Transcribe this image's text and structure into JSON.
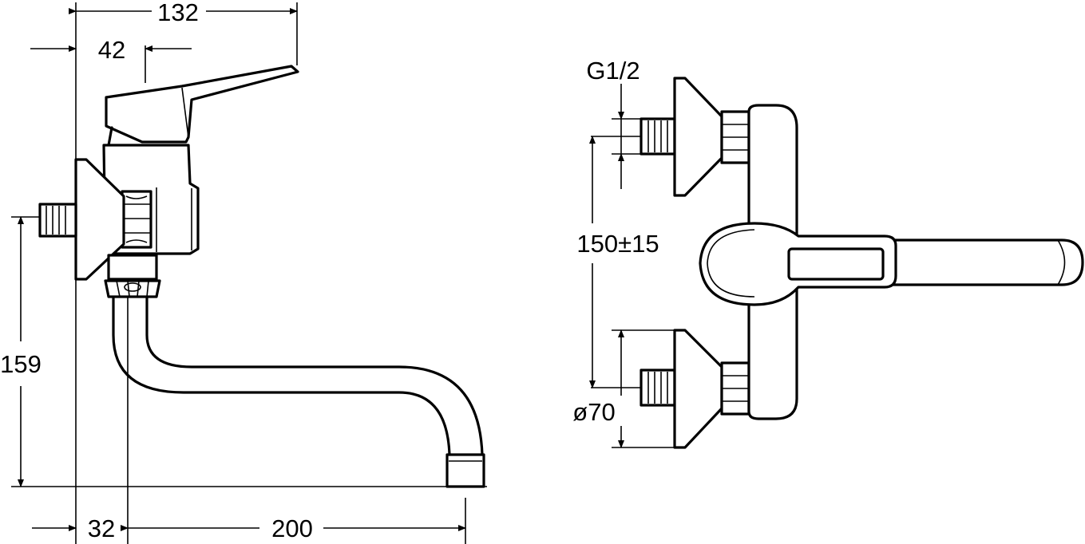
{
  "side_view": {
    "dim_overall_depth": "132",
    "dim_handle_offset": "42",
    "dim_height": "159",
    "dim_wall_to_spout": "32",
    "dim_spout_reach": "200"
  },
  "front_view": {
    "dim_thread": "G1/2",
    "dim_center_distance": "150±15",
    "dim_rosette_diameter": "ø70"
  }
}
